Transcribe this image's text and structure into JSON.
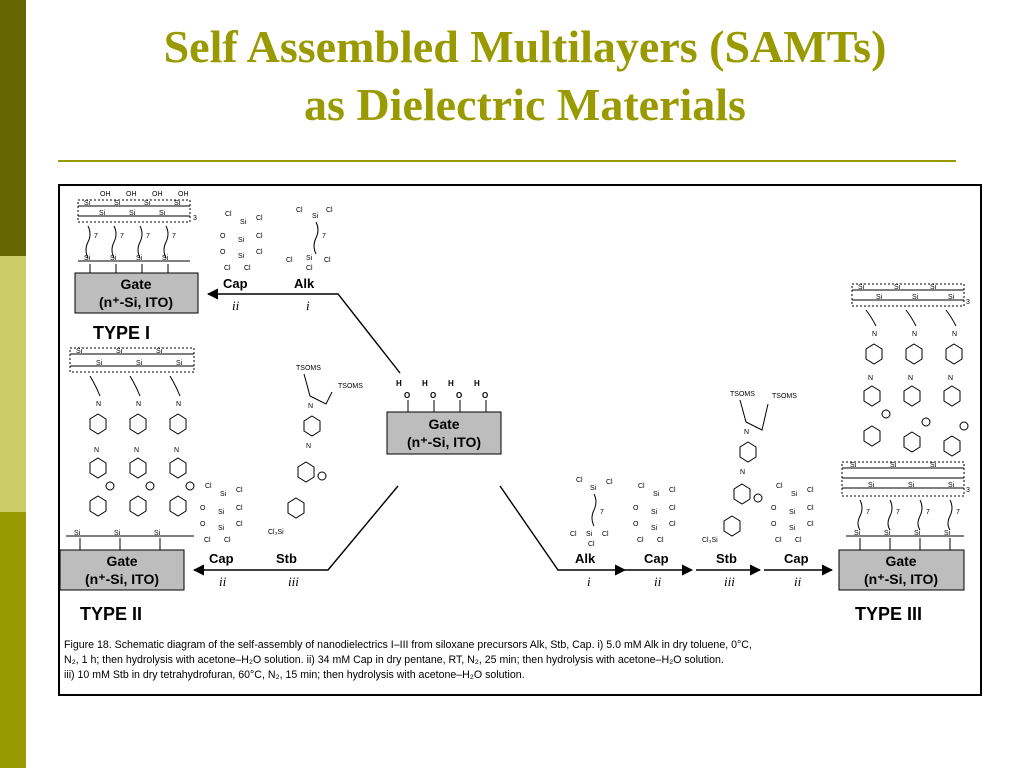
{
  "slide": {
    "title_line1": "Self Assembled Multilayers (SAMTs)",
    "title_line2": "as Dielectric Materials",
    "colors": {
      "title": "#999900",
      "sidebar_top": "#666600",
      "sidebar_mid": "#cccc66",
      "sidebar_bottom": "#999900"
    }
  },
  "figure": {
    "gate_line1": "Gate",
    "gate_line2": "(n⁺-Si, ITO)",
    "type_labels": [
      "TYPE I",
      "TYPE II",
      "TYPE III"
    ],
    "reagents": {
      "cap": "Cap",
      "alk": "Alk",
      "stb": "Stb"
    },
    "steps": {
      "i": "i",
      "ii": "ii",
      "iii": "iii"
    },
    "chem_labels": {
      "oh": "OH",
      "h": "H",
      "o": "O",
      "si": "Si",
      "cl": "Cl",
      "n": "N",
      "tsoms": "TSOMS",
      "cl3si": "Cl₃Si",
      "sub7": "7",
      "sub3": "3"
    },
    "caption": [
      "Figure 18. Schematic diagram of the self-assembly of nanodielectrics I–III from siloxane precursors Alk, Stb, Cap. i) 5.0 mM Alk in dry toluene, 0°C,",
      "N₂, 1 h; then hydrolysis with acetone–H₂O solution. ii) 34 mM Cap in dry pentane, RT, N₂, 25 min; then hydrolysis with acetone–H₂O solution.",
      "iii) 10 mM Stb in dry tetrahydrofuran, 60°C, N₂, 15 min; then hydrolysis with acetone–H₂O solution."
    ]
  }
}
